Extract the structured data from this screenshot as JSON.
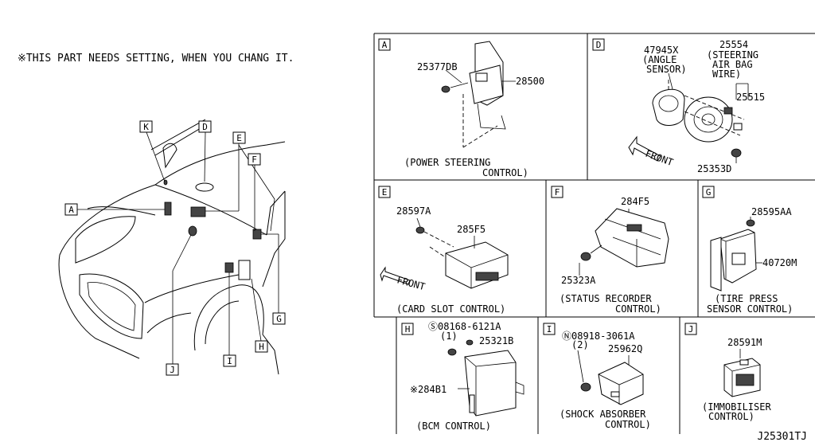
{
  "note": "※THIS PART NEEDS SETTING, WHEN YOU CHANG IT.",
  "diagram_id": "J25301TJ",
  "car_callouts": [
    "K",
    "D",
    "E",
    "F",
    "A",
    "G",
    "H",
    "I",
    "J"
  ],
  "panels": {
    "A": {
      "letter": "A",
      "parts": [
        "25377DB",
        "28500"
      ],
      "caption1": "(POWER STEERING",
      "caption2": "CONTROL)"
    },
    "D": {
      "letter": "D",
      "parts": [
        "47945X",
        "(ANGLE",
        "SENSOR)",
        "25554",
        "(STEERING",
        "AIR BAG",
        "WIRE)",
        "25515",
        "25353D"
      ],
      "front": "FRONT"
    },
    "E": {
      "letter": "E",
      "parts": [
        "28597A",
        "285F5"
      ],
      "front": "FRONT",
      "caption1": "(CARD SLOT CONTROL)"
    },
    "F": {
      "letter": "F",
      "parts": [
        "284F5",
        "25323A"
      ],
      "caption1": "(STATUS RECORDER",
      "caption2": "CONTROL)"
    },
    "G": {
      "letter": "G",
      "parts": [
        "28595AA",
        "40720M"
      ],
      "caption1": "(TIRE PRESS",
      "caption2": "SENSOR CONTROL)"
    },
    "H": {
      "letter": "H",
      "parts": [
        "Ⓢ08168-6121A",
        "(1)",
        "25321B",
        "※284B1"
      ],
      "caption1": "(BCM CONTROL)"
    },
    "I": {
      "letter": "I",
      "parts": [
        "Ⓝ08918-3061A",
        "(2)",
        "25962Q"
      ],
      "caption1": "(SHOCK ABSORBER",
      "caption2": "CONTROL)"
    },
    "J": {
      "letter": "J",
      "parts": [
        "28591M"
      ],
      "caption1": "(IMMOBILISER",
      "caption2": "CONTROL)"
    }
  }
}
